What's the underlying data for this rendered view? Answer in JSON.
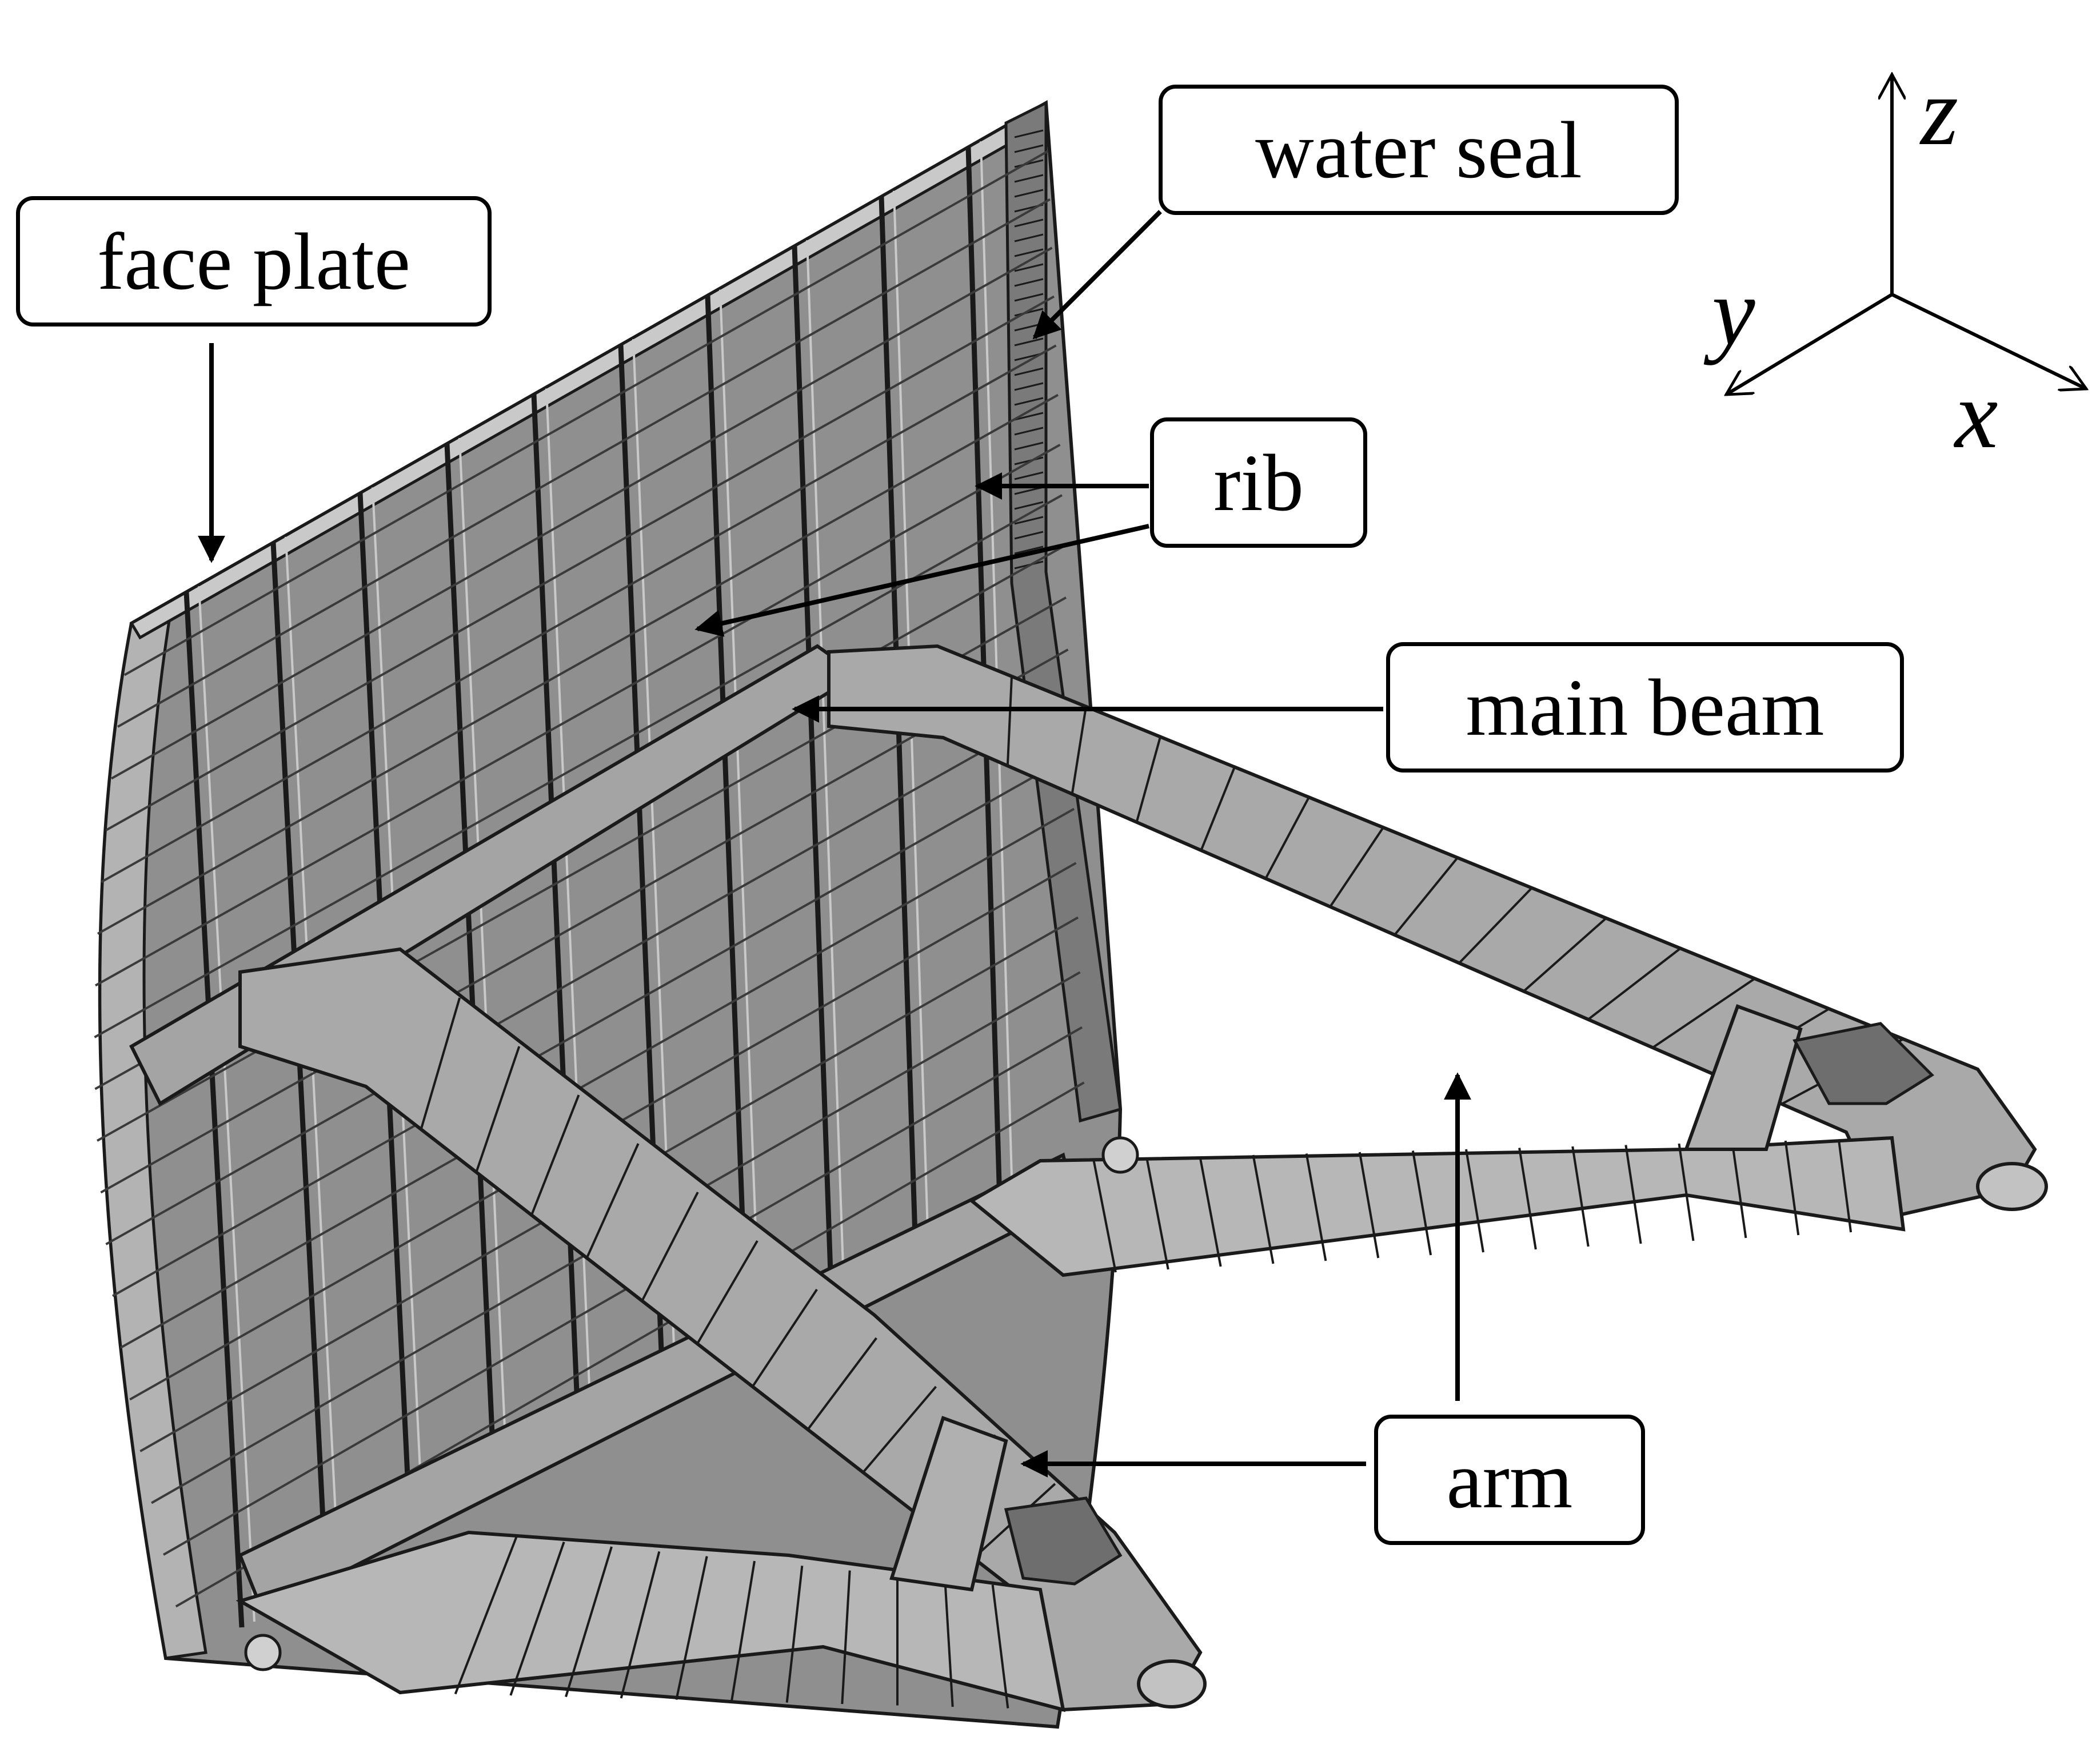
{
  "callouts": {
    "face_plate": "face plate",
    "water_seal": "water seal",
    "rib": "rib",
    "main_beam": "main beam",
    "arm": "arm"
  },
  "axes": {
    "x": "x",
    "y": "y",
    "z": "z"
  },
  "colors": {
    "steel_face": "#8f8f8f",
    "steel_dark": "#6e6e6e",
    "steel_light": "#b3b3b3",
    "arm_face": "#a9a9a9",
    "arm_light": "#c9c9c9",
    "line": "#1a1a1a"
  }
}
